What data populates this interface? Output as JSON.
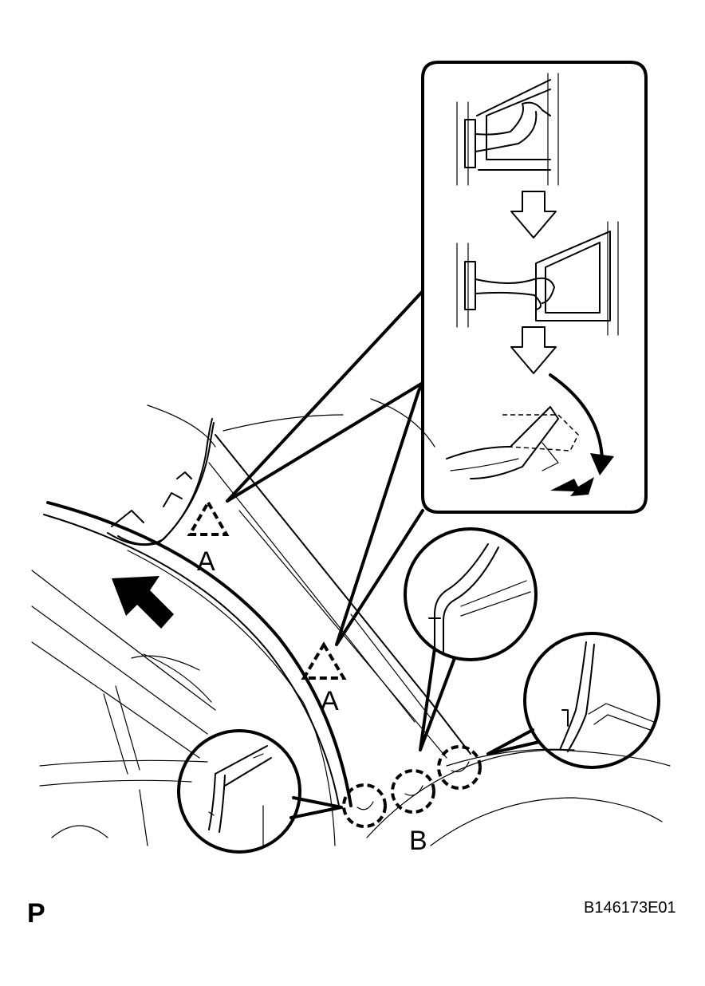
{
  "figure": {
    "page_letter": "P",
    "figure_code": "B146173E01"
  },
  "callouts": {
    "a_upper": "A",
    "a_lower": "A",
    "b": "B"
  }
}
